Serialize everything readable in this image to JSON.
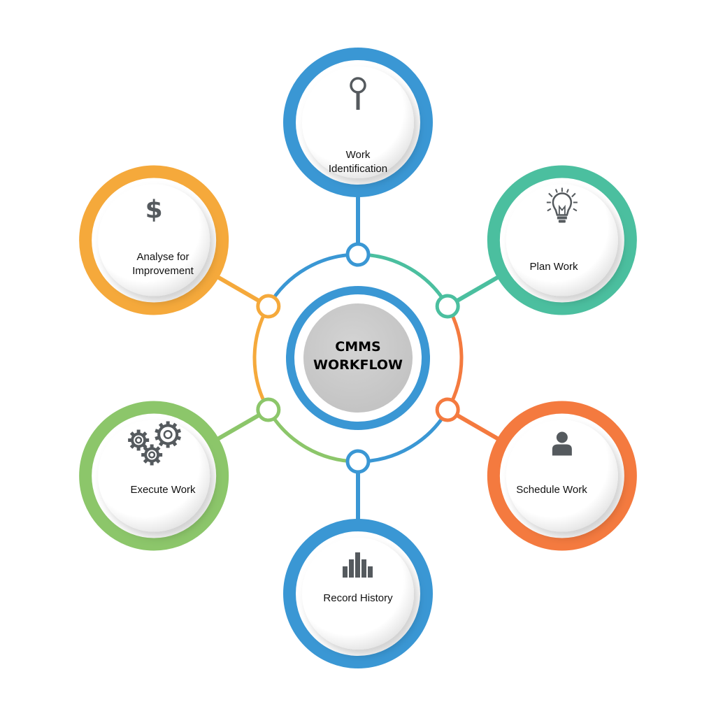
{
  "center": {
    "title": "CMMS\nWORKFLOW",
    "ring_color": "#3a97d4",
    "disc_color": "#cccccc"
  },
  "nodes": [
    {
      "label": "Work\nIdentification",
      "color": "#3a97d4",
      "icon": "magnifier-icon"
    },
    {
      "label": "Plan Work",
      "color": "#4bbf9f",
      "icon": "lightbulb-icon"
    },
    {
      "label": "Schedule Work",
      "color": "#f47a3f",
      "icon": "person-icon"
    },
    {
      "label": "Record History",
      "color": "#3a97d4",
      "icon": "bar-chart-icon"
    },
    {
      "label": "Execute Work",
      "color": "#8cc66a",
      "icon": "gears-icon"
    },
    {
      "label": "Analyse for\nImprovement",
      "color": "#f5a93b",
      "icon": "dollar-icon"
    }
  ],
  "icon_color": "#555a5e"
}
